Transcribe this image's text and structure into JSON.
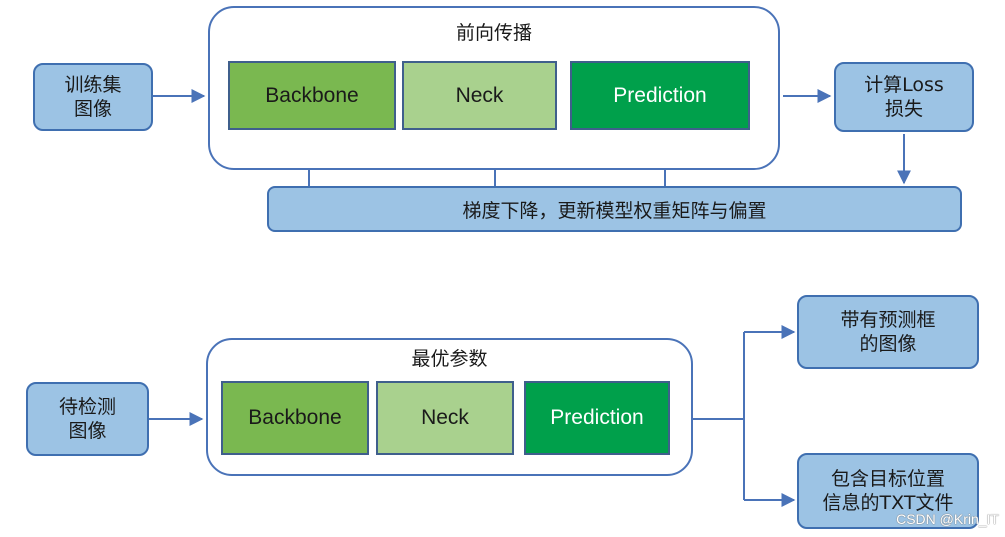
{
  "training": {
    "input_label": "训练集\n图像",
    "container_title": "前向传播",
    "modules": [
      "Backbone",
      "Neck",
      "Prediction"
    ],
    "loss_label": "计算Loss\n损失",
    "update_bar": "梯度下降，更新模型权重矩阵与偏置"
  },
  "inference": {
    "input_label": "待检测\n图像",
    "container_title": "最优参数",
    "modules": [
      "Backbone",
      "Neck",
      "Prediction"
    ],
    "output_top": "带有预测框\n的图像",
    "output_bottom": "包含目标位置\n信息的TXT文件"
  },
  "watermark": "CSDN @Krin_IT",
  "colors": {
    "box_blue": "#9cc3e4",
    "border_blue": "#3f6fb0",
    "arrow_blue": "#4a73b8",
    "backbone_green": "#7ab850",
    "neck_green": "#a9d18e",
    "prediction_green": "#00a04b"
  }
}
